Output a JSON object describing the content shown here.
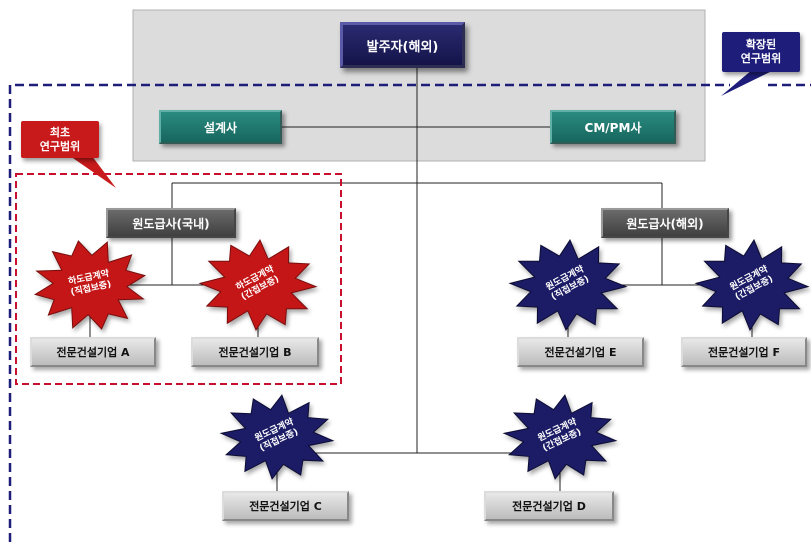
{
  "owner": {
    "label": "발주자(해외)"
  },
  "designer": {
    "label": "설계사"
  },
  "cmpm": {
    "label": "CM/PM사"
  },
  "gc_domestic": {
    "label": "원도급사(국내)"
  },
  "gc_overseas": {
    "label": "원도급사(해외)"
  },
  "subcontractors": {
    "a": "전문건설기업 A",
    "b": "전문건설기업 B",
    "c": "전문건설기업 C",
    "d": "전문건설기업 D",
    "e": "전문건설기업 E",
    "f": "전문건설기업 F"
  },
  "callouts": {
    "initial": {
      "line1": "최초",
      "line2": "연구범위"
    },
    "extended": {
      "line1": "확장된",
      "line2": "연구범위"
    }
  },
  "contracts": {
    "sub_direct": {
      "line1": "하도급계약",
      "line2": "(직접보증)"
    },
    "sub_indirect": {
      "line1": "하도급계약",
      "line2": "(간접보증)"
    },
    "e_direct": {
      "line1": "원도급계약",
      "line2": "(직접보증)"
    },
    "f_indirect": {
      "line1": "원도급계약",
      "line2": "(간접보증)"
    },
    "c_direct": {
      "line1": "원도급계약",
      "line2": "(직접보증)"
    },
    "d_indirect": {
      "line1": "원도급계약",
      "line2": "(간접보증)"
    }
  },
  "colors": {
    "red_burst": "#c41919",
    "navy_burst": "#1b1b66",
    "teal_box": "#1f7a70",
    "dark_box": "#14144a",
    "initial_scope_border": "#c8102e",
    "extended_scope_border": "#1e1e7a",
    "owner_area_bg": "#dcdcdc"
  }
}
